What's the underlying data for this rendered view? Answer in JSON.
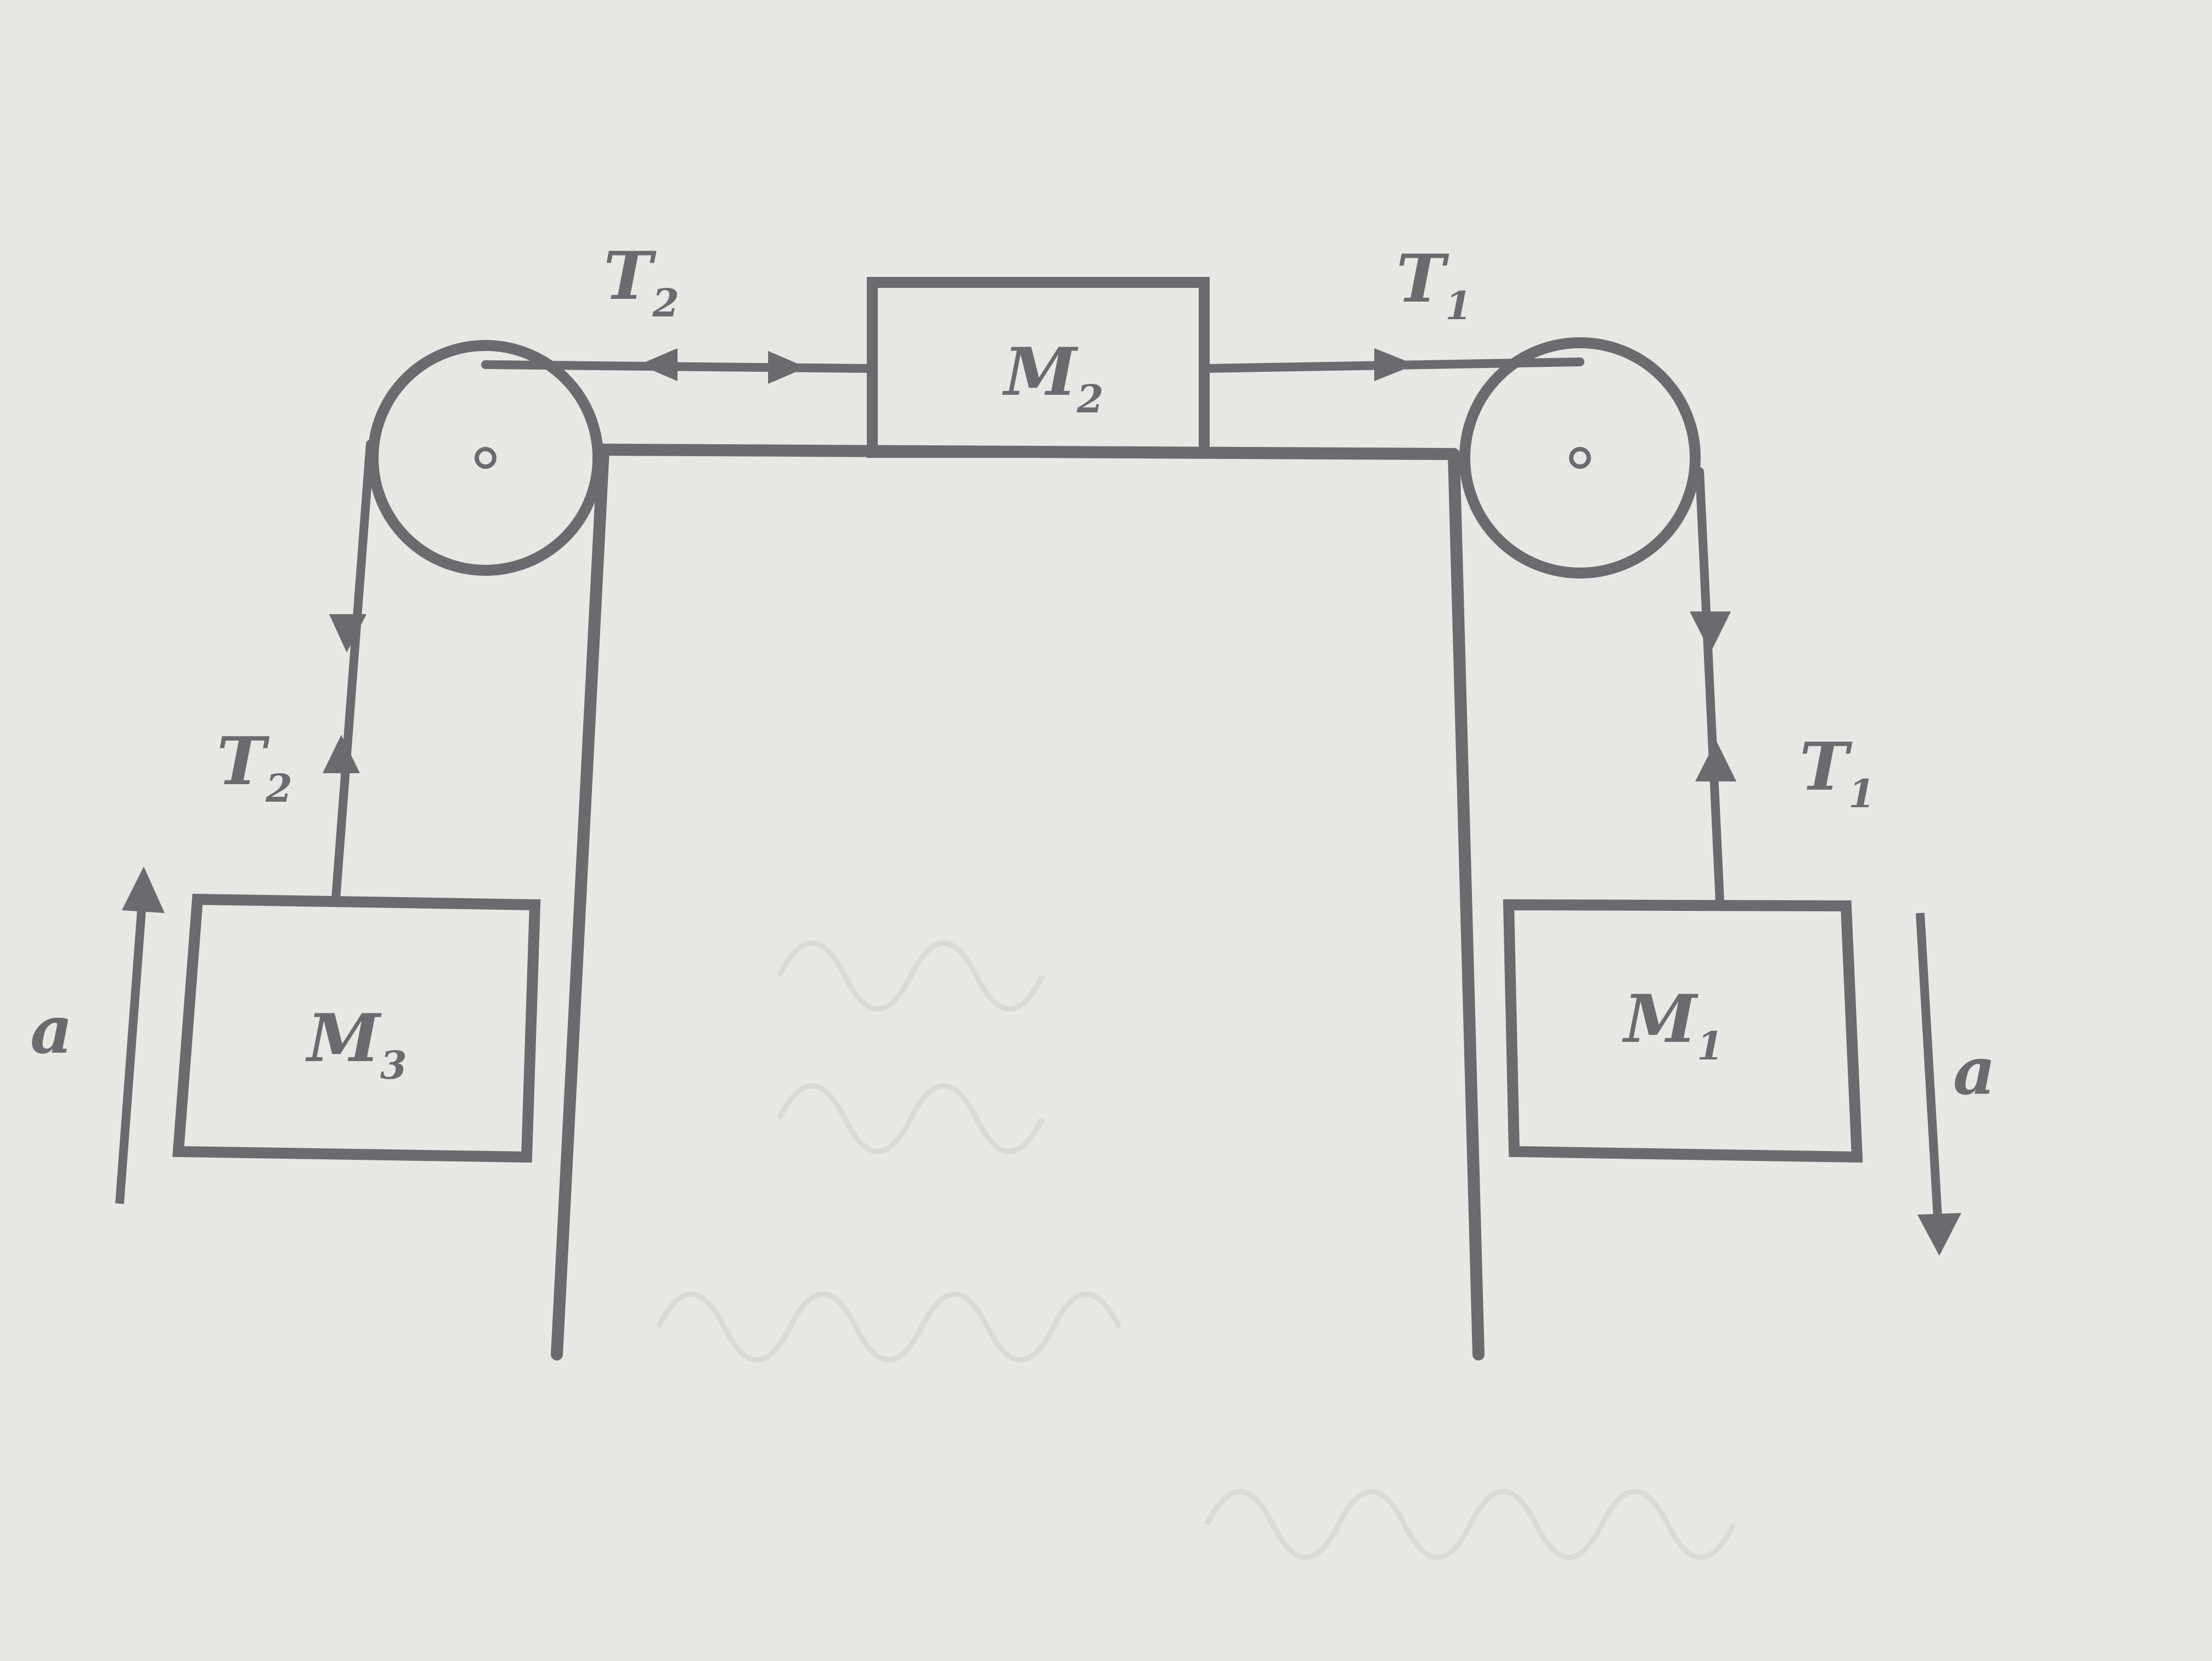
{
  "diagram": {
    "masses": {
      "m1": {
        "base": "M",
        "sub": "1"
      },
      "m2": {
        "base": "M",
        "sub": "2"
      },
      "m3": {
        "base": "M",
        "sub": "3"
      }
    },
    "tensions": {
      "t1_top": {
        "base": "T",
        "sub": "1"
      },
      "t1_right": {
        "base": "T",
        "sub": "1"
      },
      "t2_top": {
        "base": "T",
        "sub": "2"
      },
      "t2_left": {
        "base": "T",
        "sub": "2"
      }
    },
    "accelerations": {
      "left": "a",
      "right": "a"
    },
    "colors": {
      "paper": "#e7e7e4",
      "ink": "#6a6a6f",
      "faint": "#c9c9c6"
    }
  }
}
